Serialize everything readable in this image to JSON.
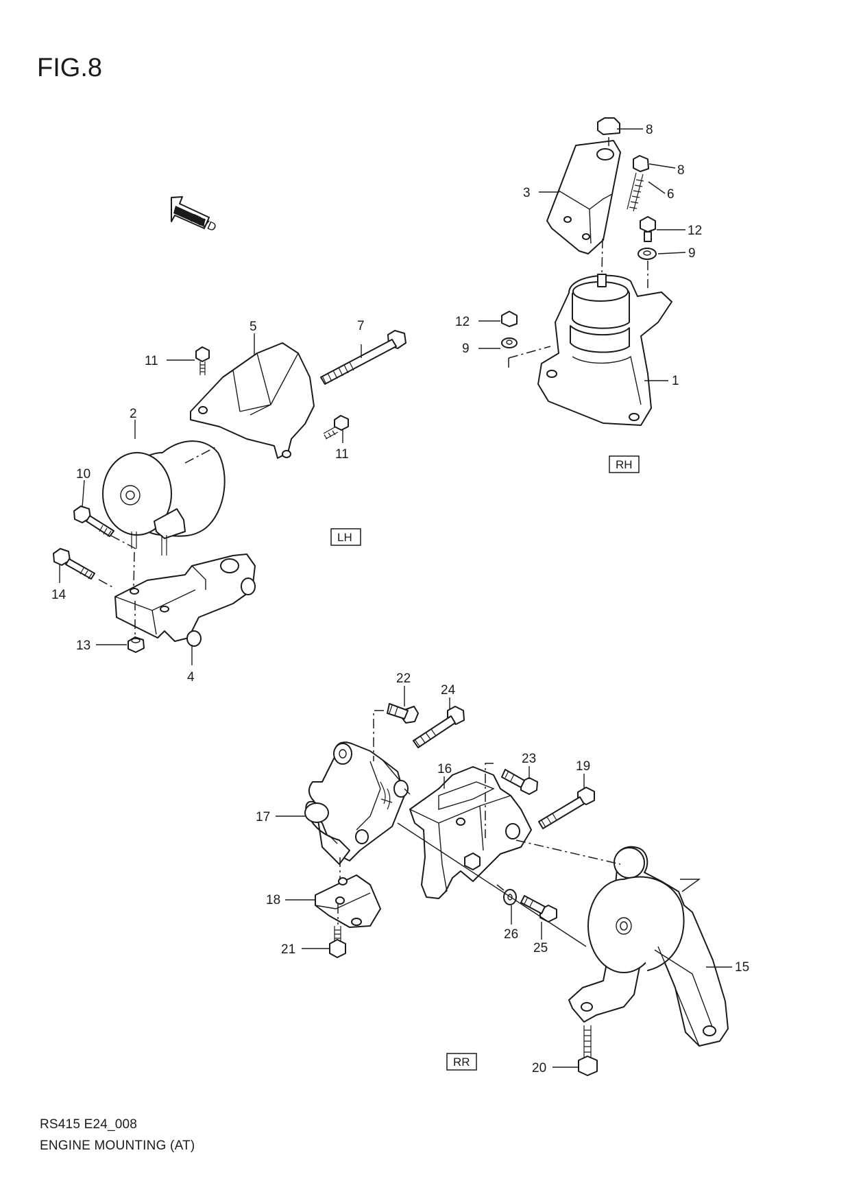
{
  "figure": {
    "title": "FIG.8"
  },
  "footer": {
    "code": "RS415 E24_008",
    "title": "ENGINE MOUNTING (AT)"
  },
  "direction": {
    "label": "FWD"
  },
  "sections": {
    "lh": "LH",
    "rh": "RH",
    "rr": "RR"
  },
  "callouts": [
    "8",
    "8",
    "6",
    "3",
    "12",
    "9",
    "12",
    "9",
    "1",
    "5",
    "7",
    "11",
    "11",
    "2",
    "10",
    "14",
    "13",
    "4",
    "22",
    "24",
    "23",
    "16",
    "19",
    "17",
    "18",
    "21",
    "26",
    "25",
    "15",
    "20"
  ]
}
